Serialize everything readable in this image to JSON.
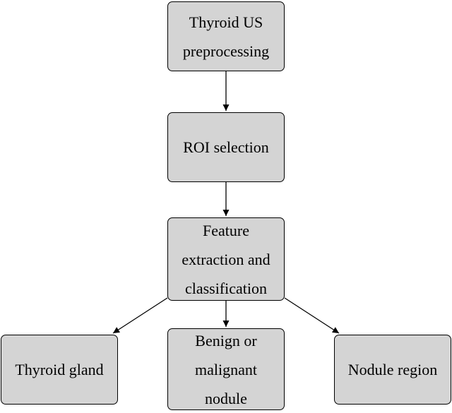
{
  "diagram": {
    "nodes": {
      "preprocessing": "Thyroid US\npreprocessing",
      "roi_selection": "ROI selection",
      "feature_extraction": "Feature\nextraction and\nclassification",
      "thyroid_gland": "Thyroid gland",
      "benign_malignant": "Benign or\nmalignant\nnodule",
      "nodule_region": "Nodule region"
    },
    "edges": [
      {
        "from": "preprocessing",
        "to": "roi_selection"
      },
      {
        "from": "roi_selection",
        "to": "feature_extraction"
      },
      {
        "from": "feature_extraction",
        "to": "thyroid_gland"
      },
      {
        "from": "feature_extraction",
        "to": "benign_malignant"
      },
      {
        "from": "feature_extraction",
        "to": "nodule_region"
      }
    ],
    "colors": {
      "node_fill": "#d4d4d4",
      "node_border": "#000000",
      "arrow": "#000000"
    }
  }
}
